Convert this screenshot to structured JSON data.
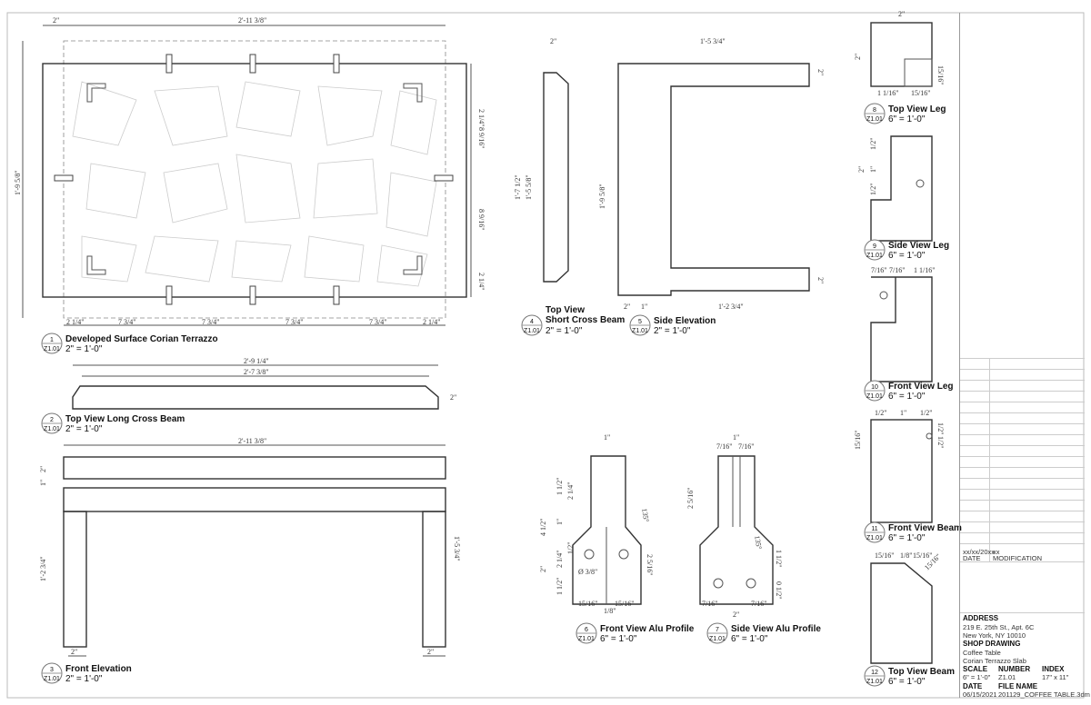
{
  "title_block": {
    "revision": {
      "date_value": "xx/xx/20xx",
      "mod_value": "xx",
      "date_label": "DATE",
      "mod_label": "MODIFICATION"
    },
    "address_label": "ADDRESS",
    "address_line1": "219 E. 25th St., Apt. 6C",
    "address_line2": "New York, NY 10010",
    "shop_label": "SHOP DRAWING",
    "shop_line1": "Coffee Table",
    "shop_line2": "Corian Terrazzo Slab",
    "scale_label": "SCALE",
    "scale_value": "6\" = 1'-0\"",
    "number_label": "NUMBER",
    "number_value": "Z1.01",
    "index_label": "INDEX",
    "index_value": "17\" x 11\"",
    "date_label": "DATE",
    "date_value": "06/15/2021",
    "file_label": "FILE NAME",
    "file_value": "201129_COFFEE TABLE.3dm"
  },
  "sheet": "Z1.01",
  "views": [
    {
      "num": "1",
      "title": "Developed Surface Corian Terrazzo",
      "scale": "2\" = 1'-0\""
    },
    {
      "num": "2",
      "title": "Top View Long Cross Beam",
      "scale": "2\" = 1'-0\""
    },
    {
      "num": "3",
      "title": "Front Elevation",
      "scale": "2\" = 1'-0\""
    },
    {
      "num": "4",
      "title": "Top View",
      "title2": "Short Cross Beam",
      "scale": "2\" = 1'-0\""
    },
    {
      "num": "5",
      "title": "Side Elevation",
      "scale": "2\" = 1'-0\""
    },
    {
      "num": "6",
      "title": "Front View Alu Profile",
      "scale": "6\" = 1'-0\""
    },
    {
      "num": "7",
      "title": "Side View Alu Profile",
      "scale": "6\" = 1'-0\""
    },
    {
      "num": "8",
      "title": "Top View Leg",
      "scale": "6\" = 1'-0\""
    },
    {
      "num": "9",
      "title": "Side View Leg",
      "scale": "6\" = 1'-0\""
    },
    {
      "num": "10",
      "title": "Front View Leg",
      "scale": "6\" = 1'-0\""
    },
    {
      "num": "11",
      "title": "Front View Beam",
      "scale": "6\" = 1'-0\""
    },
    {
      "num": "12",
      "title": "Top View Beam",
      "scale": "6\" = 1'-0\""
    }
  ],
  "dims": {
    "v1": [
      "2\"",
      "2'-11 3/8\"",
      "1'-9 5/8\"",
      "2 1/4\"",
      "8 9/16\"",
      "8 9/16\"",
      "2 1/4\"",
      "2 1/4\"",
      "7 3/4\"",
      "7 3/4\"",
      "7 3/4\"",
      "7 3/4\"",
      "2 1/4\""
    ],
    "v2": [
      "2'-9 1/4\"",
      "2'-7 3/8\"",
      "2\""
    ],
    "v3": [
      "2'-11 3/8\"",
      "2\"",
      "1\"",
      "1'-2 3/4\"",
      "1'-5 3/4\"",
      "2\"",
      "2\""
    ],
    "v4": [
      "2\"",
      "1'-7 1/2\"",
      "1'-5 5/8\""
    ],
    "v5": [
      "1'-5 3/4\"",
      "2\"",
      "1'-9 5/8\"",
      "2\"",
      "2\"",
      "1\"",
      "1'-2 3/4\""
    ],
    "v6": [
      "1\"",
      "1 1/2\"",
      "2 1/4\"",
      "4 1/2\"",
      "1\"",
      "1/2\"",
      "2 1/4\"",
      "2\"",
      "1 1/2\"",
      "Ø 3/8\"",
      "2 5/16\"",
      "15/16\"",
      "15/16\"",
      "1/8\"",
      "135°"
    ],
    "v7": [
      "1\"",
      "7/16\"",
      "7/16\"",
      "2 5/16\"",
      "135°",
      "1 1/2\"",
      "0 1/2\"",
      "7/16\"",
      "7/16\"",
      "2\""
    ],
    "v8": [
      "2\"",
      "2\"",
      "1 1/16\"",
      "15/16\"",
      "15/16\""
    ],
    "v9": [
      "1/2\"",
      "2\"",
      "1\"",
      "1/2\""
    ],
    "v10": [
      "7/16\"",
      "7/16\"",
      "1 1/16\""
    ],
    "v11": [
      "1/2\"",
      "1\"",
      "1/2\"",
      "15/16\"",
      "1/2\"",
      "1/2\""
    ],
    "v12": [
      "15/16\"",
      "1/8\"",
      "15/16\"",
      "15/16\""
    ]
  }
}
